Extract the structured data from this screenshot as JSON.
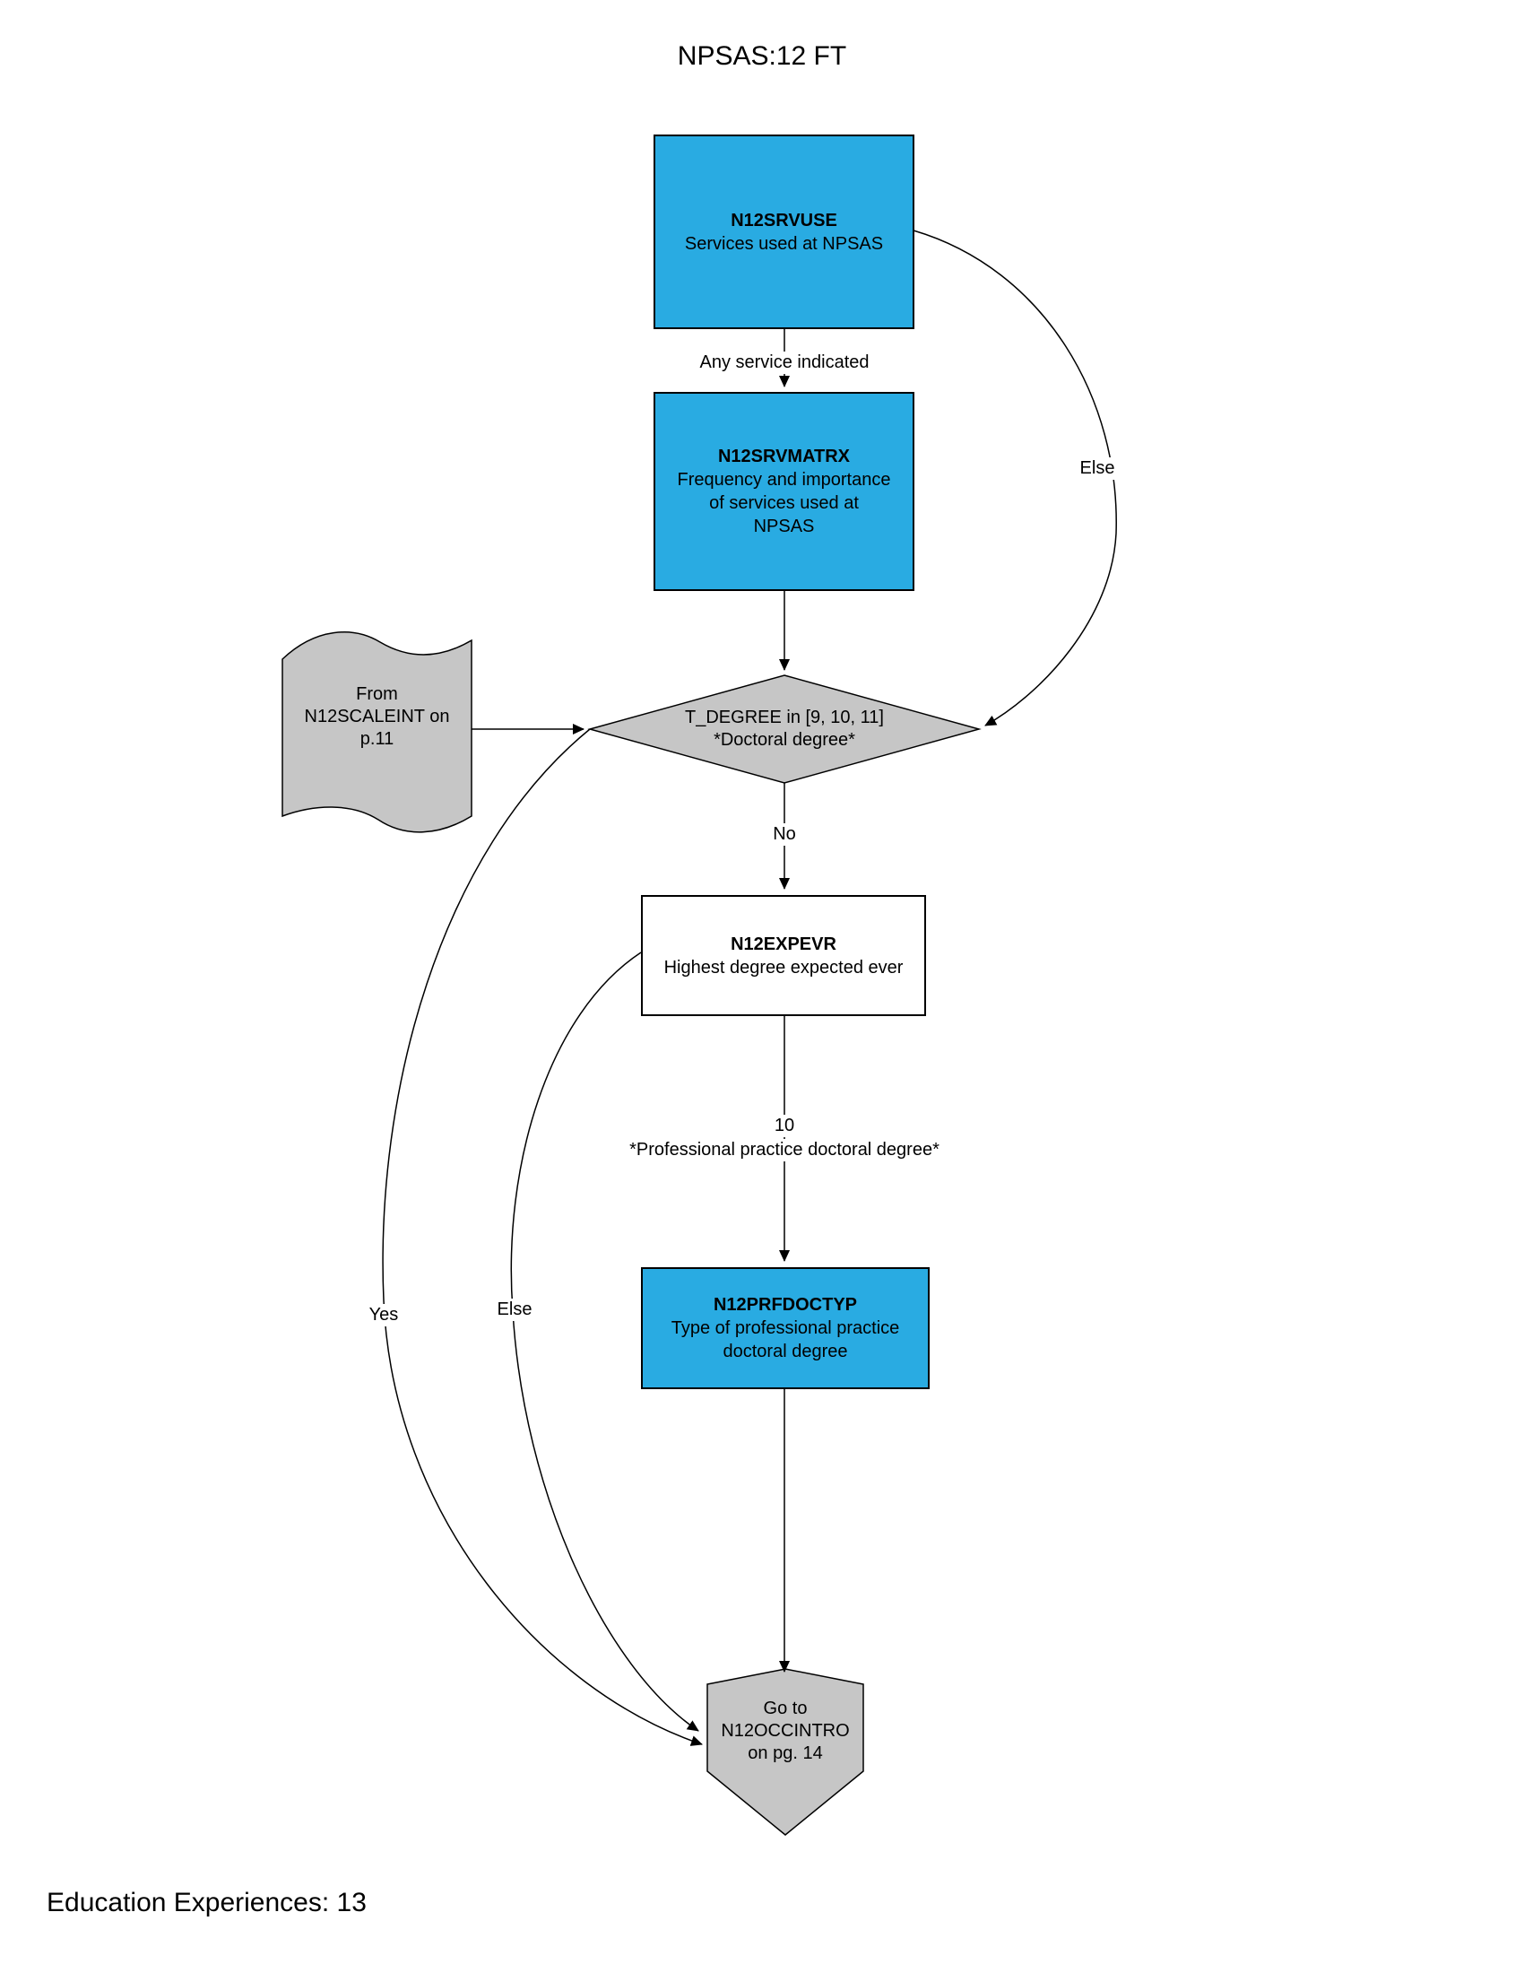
{
  "page": {
    "title": "NPSAS:12 FT",
    "footer": "Education Experiences: 13"
  },
  "colors": {
    "process_fill": "#29abe2",
    "reference_fill": "#c6c6c6",
    "line": "#000000"
  },
  "nodes": {
    "srvuse": {
      "name": "N12SRVUSE",
      "desc": "Services used at NPSAS"
    },
    "srvmatrx": {
      "name": "N12SRVMATRX",
      "desc": "Frequency and importance of services used at NPSAS"
    },
    "degree_decision": {
      "line1": "T_DEGREE  in [9, 10, 11]",
      "line2": "*Doctoral degree*"
    },
    "from_ref": {
      "lines": [
        "From",
        "N12SCALEINT on",
        "p.11"
      ]
    },
    "expevr": {
      "name": "N12EXPEVR",
      "desc": "Highest degree expected ever"
    },
    "prfdoctyp": {
      "name": "N12PRFDOCTYP",
      "desc": "Type of professional practice doctoral degree"
    },
    "goto_ref": {
      "lines": [
        "Go to",
        "N12OCCINTRO",
        "on pg. 14"
      ]
    }
  },
  "edges": {
    "any_service": "Any service indicated",
    "else_top": "Else",
    "no": "No",
    "value_10": "10",
    "prof_practice": "*Professional practice doctoral degree*",
    "yes": "Yes",
    "else_bottom": "Else"
  }
}
